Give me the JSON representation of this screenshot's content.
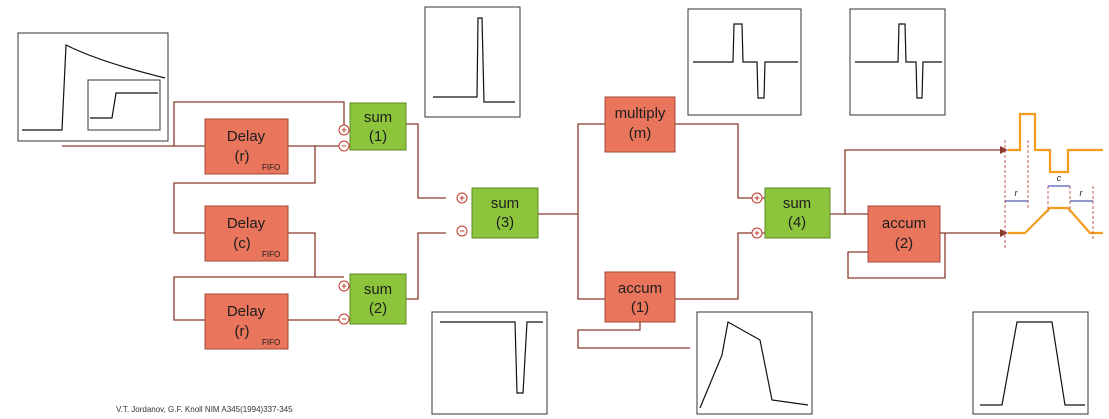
{
  "blocks": {
    "delay_r_top": {
      "title": "Delay",
      "param": "(r)",
      "sub": "FIFO"
    },
    "delay_c": {
      "title": "Delay",
      "param": "(c)",
      "sub": "FIFO"
    },
    "delay_r_bottom": {
      "title": "Delay",
      "param": "(r)",
      "sub": "FIFO"
    },
    "sum1": {
      "title": "sum",
      "param": "(1)"
    },
    "sum2": {
      "title": "sum",
      "param": "(2)"
    },
    "sum3": {
      "title": "sum",
      "param": "(3)"
    },
    "sum4": {
      "title": "sum",
      "param": "(4)"
    },
    "multiply": {
      "title": "multiply",
      "param": "(m)"
    },
    "accum1": {
      "title": "accum",
      "param": "(1)"
    },
    "accum2": {
      "title": "accum",
      "param": "(2)"
    }
  },
  "signs": {
    "plus": "+",
    "minus": "−"
  },
  "trapezoid_labels": {
    "r_left": "r",
    "c": "c",
    "r_right": "r"
  },
  "citation": "V.T. Jordanov, G.F. Knoll NIM A345(1994)337-345",
  "colors": {
    "delay_block": "#e8755c",
    "sum_block": "#8cc43c",
    "wire": "#8b3a2c",
    "trapezoid": "#f39c1e",
    "dimension_arrow": "#2a2f9c"
  }
}
